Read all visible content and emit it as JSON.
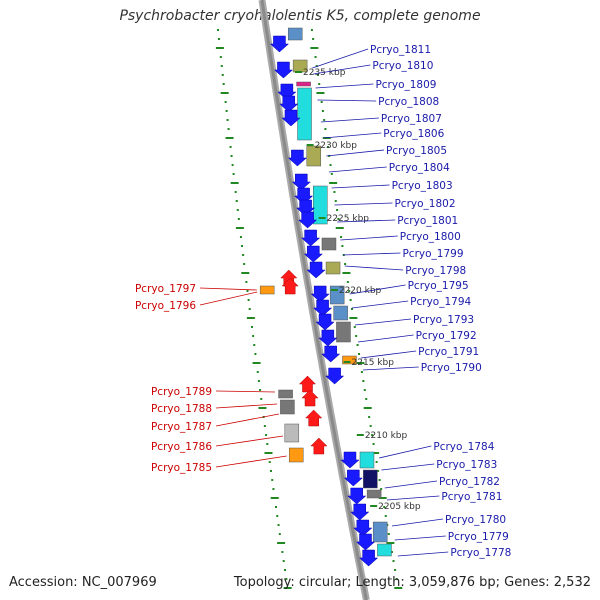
{
  "title": "Psychrobacter cryohalolentis K5, complete genome",
  "footer": {
    "accession": "Accession: NC_007969",
    "summary": "Topology: circular; Length: 3,059,876 bp; Genes: 2,532"
  },
  "colors": {
    "forward_gene": "#1a1aff",
    "reverse_gene": "#ff1a1a",
    "forward_label": "#1a1aaa",
    "reverse_label": "#cc0000",
    "tick": "#228822",
    "backbone": "#8a8a8a",
    "cyan": "#22dddd",
    "olive": "#aaaa55",
    "gray": "#777777",
    "steel": "#5a8fc8",
    "orange": "#ff9911",
    "navy": "#111166",
    "magenta": "#dd2288"
  },
  "kbp_markers": [
    "2235 kbp",
    "2230 kbp",
    "2225 kbp",
    "2220 kbp",
    "2215 kbp",
    "2210 kbp",
    "2205 kbp"
  ],
  "forward_genes": [
    "Pcryo_1811",
    "Pcryo_1810",
    "Pcryo_1809",
    "Pcryo_1808",
    "Pcryo_1807",
    "Pcryo_1806",
    "Pcryo_1805",
    "Pcryo_1804",
    "Pcryo_1803",
    "Pcryo_1802",
    "Pcryo_1801",
    "Pcryo_1800",
    "Pcryo_1799",
    "Pcryo_1798",
    "Pcryo_1795",
    "Pcryo_1794",
    "Pcryo_1793",
    "Pcryo_1792",
    "Pcryo_1791",
    "Pcryo_1790",
    "Pcryo_1784",
    "Pcryo_1783",
    "Pcryo_1782",
    "Pcryo_1781",
    "Pcryo_1780",
    "Pcryo_1779",
    "Pcryo_1778"
  ],
  "reverse_genes": [
    "Pcryo_1797",
    "Pcryo_1796",
    "Pcryo_1789",
    "Pcryo_1788",
    "Pcryo_1787",
    "Pcryo_1786",
    "Pcryo_1785"
  ]
}
